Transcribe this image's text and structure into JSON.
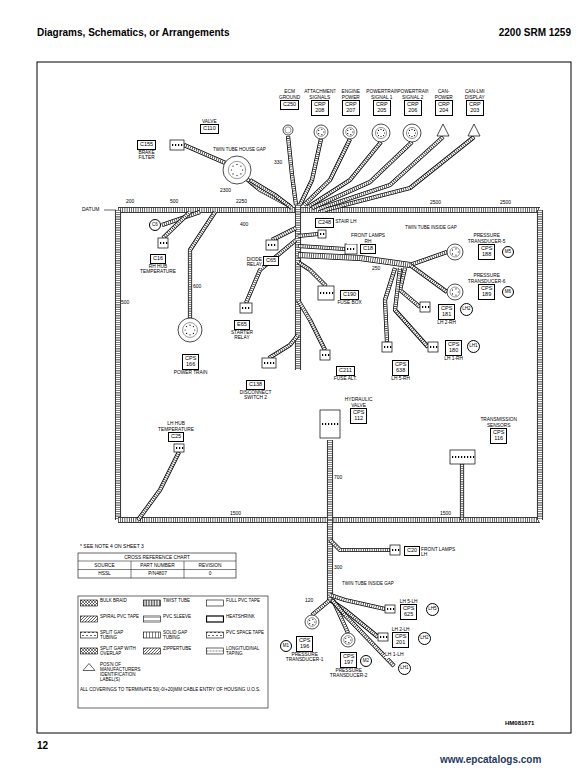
{
  "diagram": {
    "nodes": [
      {
        "text": [
          "C250",
          "ECM GROUND"
        ]
      },
      {
        "text": [
          "CRP 208",
          "ATTACHMENT SIGNALS"
        ]
      },
      {
        "text": [
          "CRP 207",
          "ENGINE POWER"
        ]
      },
      {
        "text": [
          "CRP 205",
          "POWERTRAIN SIGNAL 1"
        ]
      },
      {
        "text": [
          "CRP 206",
          "POWERTRAIN SIGNAL 2"
        ]
      },
      {
        "text": [
          "CRP 204",
          "CAN- POWER"
        ]
      },
      {
        "text": [
          "CRP 203",
          "CAN-LMI DISPLAY"
        ]
      },
      {
        "text": [
          "C155",
          "BRAKE FILTER"
        ]
      },
      {
        "text": [
          "C110",
          "VALVE"
        ]
      },
      {
        "text": [
          "C6"
        ]
      },
      {
        "text": [
          "C16",
          "RH HUB TEMPERATURE"
        ]
      },
      {
        "text": [
          "C65",
          "DIODE RELAY"
        ]
      },
      {
        "text": [
          "E65",
          "STARTER RELAY"
        ]
      },
      {
        "text": [
          "CPS 166",
          "POWER TRAIN"
        ]
      },
      {
        "text": [
          "C138",
          "DISCONNECT SWITCH 2"
        ]
      },
      {
        "text": [
          "C248",
          "STAIR LH"
        ]
      },
      {
        "text": [
          "C18",
          "FRONT LAMPS RH"
        ]
      },
      {
        "text": [
          "C190",
          "FUSE BOX"
        ]
      },
      {
        "text": [
          "C211",
          "FUSE ALT."
        ]
      },
      {
        "text": [
          "CPS 188",
          "PRESSURE TRANSDUCER-5"
        ]
      },
      {
        "text": [
          "M5"
        ]
      },
      {
        "text": [
          "CPS 189",
          "PRESSURE TRANSDUCER-6"
        ]
      },
      {
        "text": [
          "M6"
        ]
      },
      {
        "text": [
          "CPS 181",
          "LH 2-RH"
        ]
      },
      {
        "text": [
          "LH2"
        ]
      },
      {
        "text": [
          "CPS 180",
          "LH 1-RH"
        ]
      },
      {
        "text": [
          "LH1"
        ]
      },
      {
        "text": [
          "CPS 638",
          "LH 5-RH"
        ]
      },
      {
        "text": [
          "C25",
          "LH HUB TEMPERATURE"
        ]
      },
      {
        "text": [
          "CPS 112",
          "HYDRAULIC VALVE"
        ]
      },
      {
        "text": [
          "CPS 116",
          "TRANSMISSION SENSORS"
        ]
      },
      {
        "text": [
          "C20",
          "FRONT LAMPS LH"
        ]
      },
      {
        "text": [
          "CPS 625",
          "LH 5-LH"
        ]
      },
      {
        "text": [
          "LH5"
        ]
      },
      {
        "text": [
          "CPS 201",
          "LH 2-LH"
        ]
      },
      {
        "text": [
          "LH2"
        ]
      },
      {
        "text": [
          "CPS 196",
          "PRESSURE TRANSDUCER-1"
        ]
      },
      {
        "text": [
          "M1"
        ]
      },
      {
        "text": [
          "CPS 197",
          "PRESSURE TRANSDUCER-2"
        ]
      },
      {
        "text": [
          "M2"
        ]
      },
      {
        "text": [
          "LH1"
        ]
      }
    ],
    "labels": [
      "Diagrams, Schematics, or Arrangements",
      "2200 SRM 1259",
      "TWIN TUBE HOUSE GAP",
      "TWIN TUBE INSIDE GAP",
      "TWIN TUBE INSIDE GAP",
      "DATUM",
      "200",
      "500",
      "2250",
      "2300",
      "330",
      "2500",
      "2500",
      "500",
      "1500",
      "1500",
      "400",
      "250",
      "600",
      "700",
      "300",
      "120",
      "LH 1-LH",
      "* SEE NOTE 4 ON SHEET 3",
      "CROSS REFERENCE CHART",
      "SOURCE",
      "PART NUMBER",
      "REVISION",
      "HSSL",
      "P/N4807",
      "0",
      "ALL COVERINGS TO TERMINATE 50(-0/+20)MM CABLE ENTRY OF HOUSING U.O.S.",
      "HM081671",
      "12",
      "www.epcatalogs.com"
    ],
    "legend": [
      {
        "text": "BULK BRAID"
      },
      {
        "text": "TWIST TUBE"
      },
      {
        "text": "FULL PVC TAPE"
      },
      {
        "text": "SPIRAL PVC TAPE"
      },
      {
        "text": "PVC SLEEVE"
      },
      {
        "text": "HEATSHRINK"
      },
      {
        "text": "SPLIT GAP TUBING"
      },
      {
        "text": "SOLID GAP TUBING"
      },
      {
        "text": "PVC SPACE TAPE"
      },
      {
        "text": "SPLIT GAP WITH OVERLAP"
      },
      {
        "text": "ZIPPERTUBE"
      },
      {
        "text": "LONGITUDINAL TAPING"
      },
      {
        "text": "POS'N OF MANUFACTURERS IDENTIFICATION LABEL(S)"
      }
    ]
  }
}
